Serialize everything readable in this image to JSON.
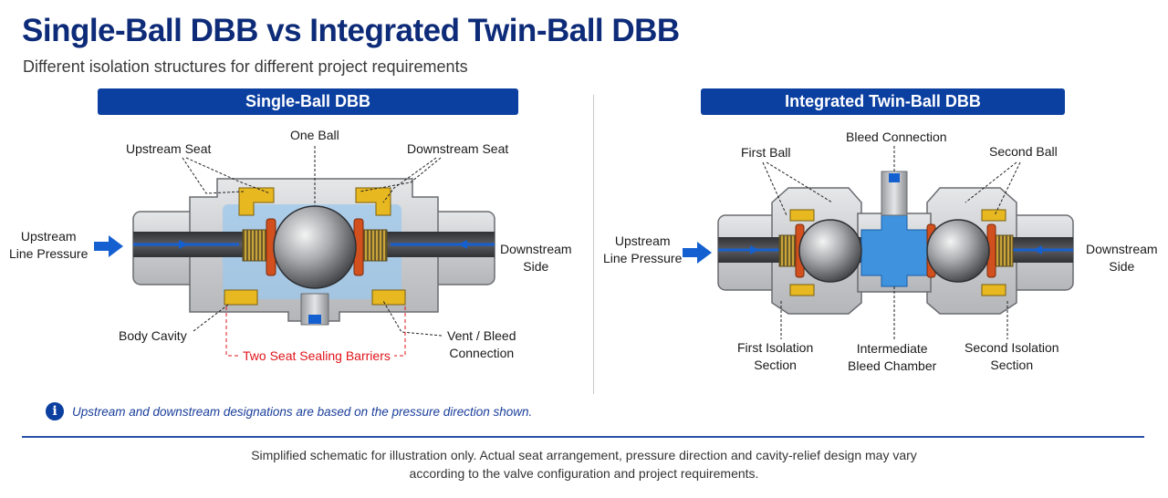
{
  "title": "Single-Ball DBB vs Integrated Twin-Ball DBB",
  "subtitle": "Different isolation structures for different project requirements",
  "left_panel": {
    "header": "Single-Ball DBB",
    "labels": {
      "upstream_seat": "Upstream Seat",
      "one_ball": "One Ball",
      "downstream_seat": "Downstream Seat",
      "upstream_line_1": "Upstream",
      "upstream_line_2": "Line Pressure",
      "downstream_1": "Downstream",
      "downstream_2": "Side",
      "body_cavity": "Body Cavity",
      "vent_1": "Vent / Bleed",
      "vent_2": "Connection",
      "barriers": "Two Seat Sealing Barriers"
    }
  },
  "right_panel": {
    "header": "Integrated Twin-Ball DBB",
    "labels": {
      "first_ball": "First Ball",
      "bleed_connection": "Bleed Connection",
      "second_ball": "Second Ball",
      "upstream_line_1": "Upstream",
      "upstream_line_2": "Line Pressure",
      "downstream_1": "Downstream",
      "downstream_2": "Side",
      "first_isolation_1": "First Isolation",
      "first_isolation_2": "Section",
      "intermediate_1": "Intermediate",
      "intermediate_2": "Bleed Chamber",
      "second_isolation_1": "Second Isolation",
      "second_isolation_2": "Section"
    }
  },
  "info_note": "Upstream and downstream designations are based on the pressure direction shown.",
  "info_icon_glyph": "i",
  "footer_line_1": "Simplified schematic for illustration only. Actual seat arrangement, pressure direction and cavity-relief design may vary",
  "footer_line_2": "according to the valve configuration and project requirements.",
  "colors": {
    "title": "#0d2b78",
    "header_bg": "#0b3fa0",
    "flow": "#1560d0",
    "barrier_red": "#e0141a",
    "seat_yellow": "#e8b820",
    "seal_orange": "#d2501e",
    "body_grey": "#d4d6d9",
    "bore_dark": "#4a4c50",
    "cavity_blue": "#9cc8ec"
  }
}
